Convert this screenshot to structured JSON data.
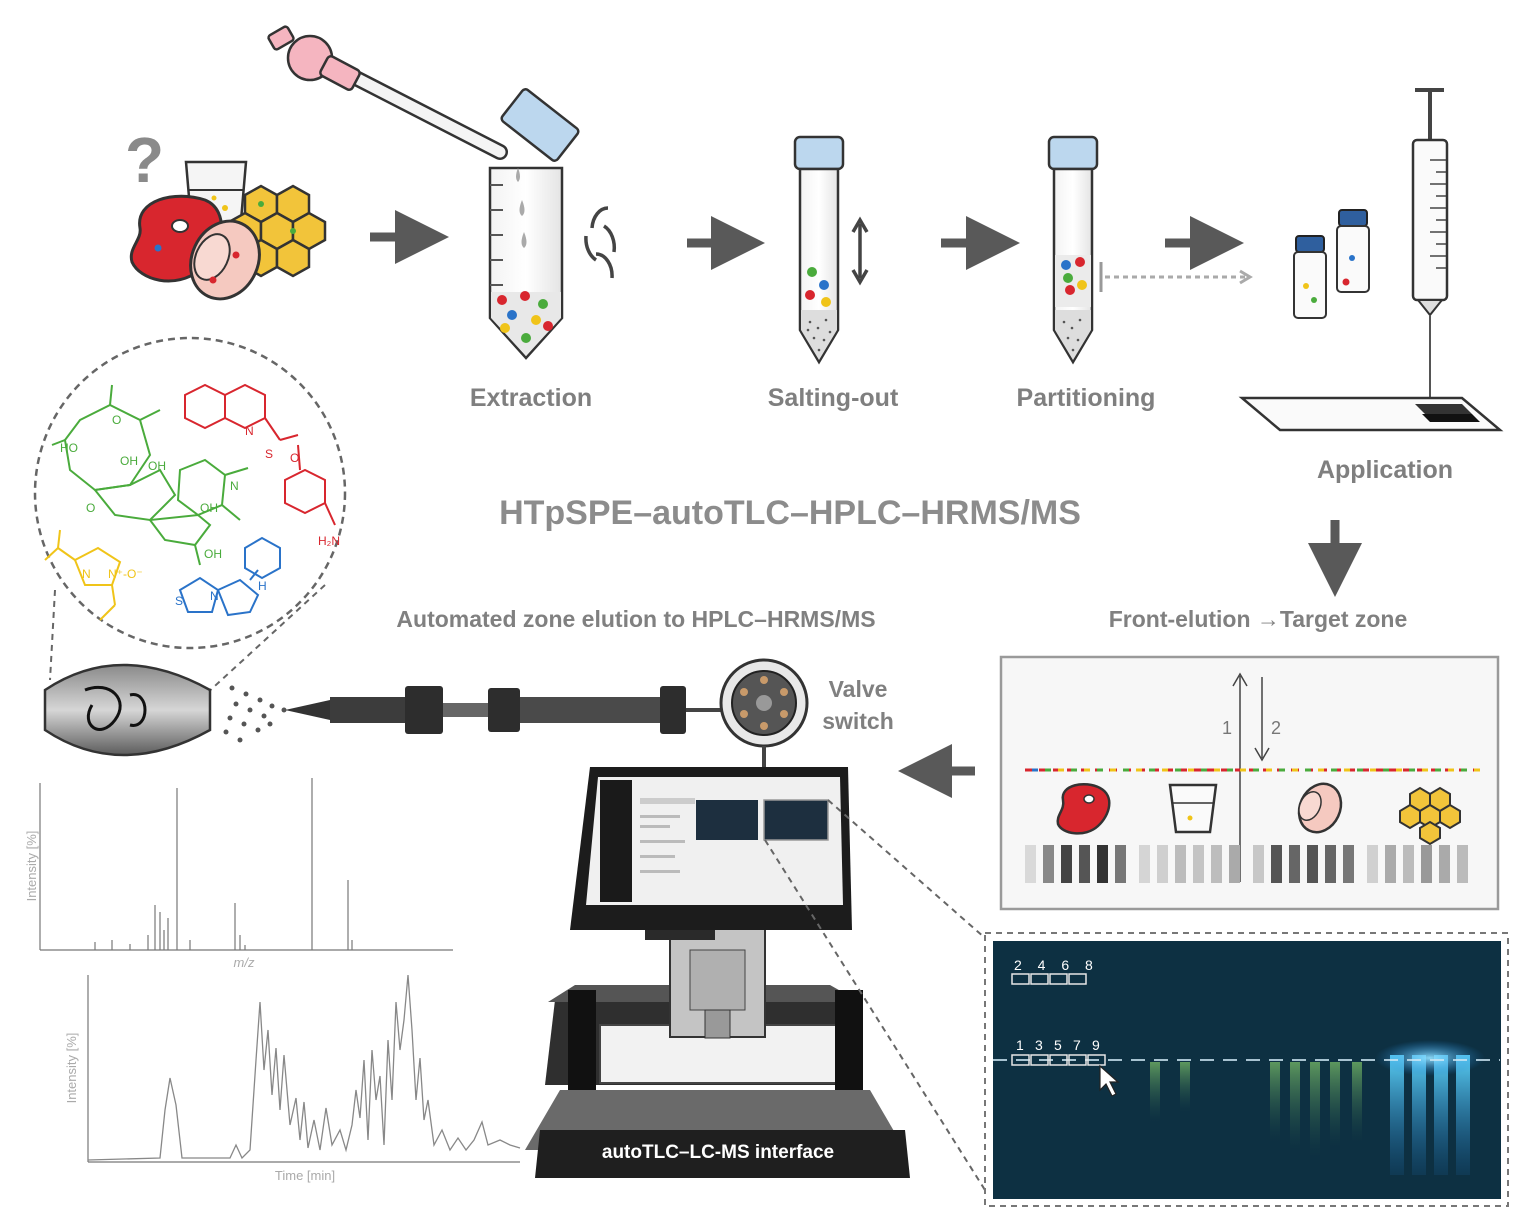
{
  "title": "HTpSPE–autoTLC–HPLC–HRMS/MS",
  "question_mark": "?",
  "steps": {
    "extraction": "Extraction",
    "salting_out": "Salting-out",
    "partitioning": "Partitioning",
    "application": "Application"
  },
  "front_elution": "Front-elution →Target zone",
  "automated_elution": "Automated zone elution to HPLC–HRMS/MS",
  "valve_switch_line1": "Valve",
  "valve_switch_line2": "switch",
  "interface_label": "autoTLC–LC-MS interface",
  "plate_dev": {
    "arrow1": "1",
    "arrow2": "2"
  },
  "ms_spectrum": {
    "ylabel": "Intensity [%]",
    "xlabel": "m/z"
  },
  "chromatogram": {
    "ylabel": "Intensity [%]",
    "xlabel": "Time [min]"
  },
  "uv_plate": {
    "top_numbers": "2 4 6 8",
    "bottom_numbers": [
      "1",
      "3",
      "5",
      "7",
      "9"
    ]
  },
  "colors": {
    "arrow": "#595959",
    "label": "#7f7f7f",
    "plate_bg": "#0f2a3a",
    "tube_cap": "#bcd7ee",
    "red": "#d8262e",
    "green": "#4aab3c",
    "blue": "#2a73c9",
    "yellow": "#f0c419"
  }
}
